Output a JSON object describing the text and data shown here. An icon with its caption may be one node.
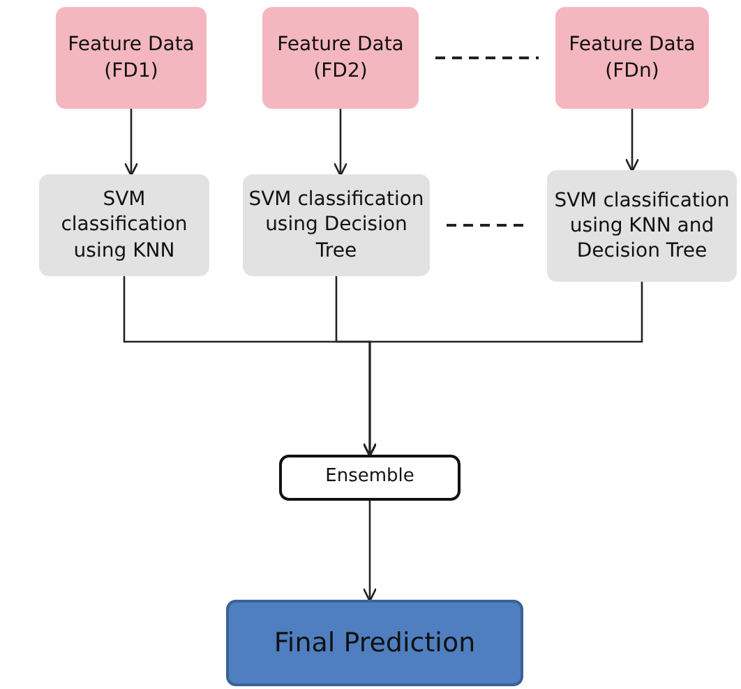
{
  "diagram": {
    "nodes": [
      {
        "text": [
          "Feature Data (FD1)"
        ]
      },
      {
        "text": [
          "Feature Data (FD2)"
        ]
      },
      {
        "text": [
          "Feature Data (FDn)"
        ]
      },
      {
        "text": [
          "SVM classification using KNN"
        ]
      },
      {
        "text": [
          "SVM classification using Decision Tree"
        ]
      },
      {
        "text": [
          "SVM classification using KNN and Decision Tree"
        ]
      },
      {
        "text": [
          "Ensemble"
        ]
      },
      {
        "text": [
          "Final Prediction"
        ]
      }
    ],
    "edges": [
      {
        "from": 0,
        "to": 3,
        "arrow": "to"
      },
      {
        "from": 1,
        "to": 4,
        "arrow": "to"
      },
      {
        "from": 2,
        "to": 5,
        "arrow": "to"
      },
      {
        "from": 1,
        "to": 2,
        "arrow": "none",
        "style": "dashed"
      },
      {
        "from": 4,
        "to": 5,
        "arrow": "none",
        "style": "dashed"
      },
      {
        "from": 3,
        "to": 6,
        "arrow": "to"
      },
      {
        "from": 4,
        "to": 6,
        "arrow": "to"
      },
      {
        "from": 5,
        "to": 6,
        "arrow": "to"
      },
      {
        "from": 6,
        "to": 7,
        "arrow": "to"
      }
    ]
  }
}
